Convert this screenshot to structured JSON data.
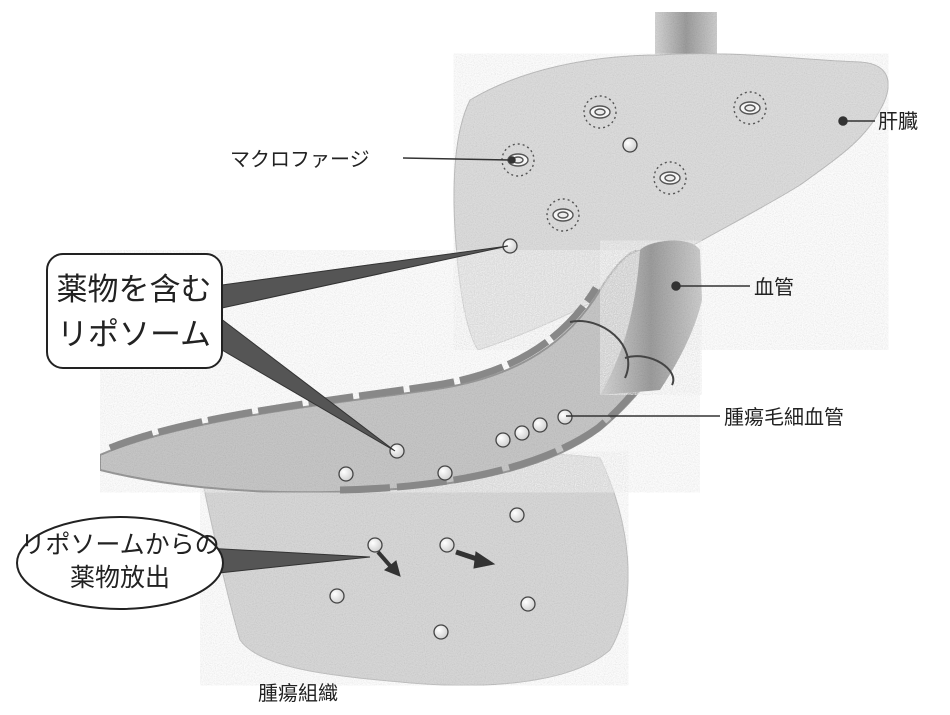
{
  "labels": {
    "liver": "肝臓",
    "macrophage": "マクロファージ",
    "blood_vessel": "血管",
    "tumor_capillary": "腫瘍毛細血管",
    "tumor_tissue": "腫瘍組織"
  },
  "callouts": {
    "liposome_line1": "薬物を含む",
    "liposome_line2": "リポソーム",
    "release_line1": "リポソームからの",
    "release_line2": "薬物放出"
  },
  "colors": {
    "organ_fill": "#dcdcdc",
    "vessel_fill": "#bdbdbd",
    "line": "#222222",
    "particle": "#f4f4f4"
  }
}
